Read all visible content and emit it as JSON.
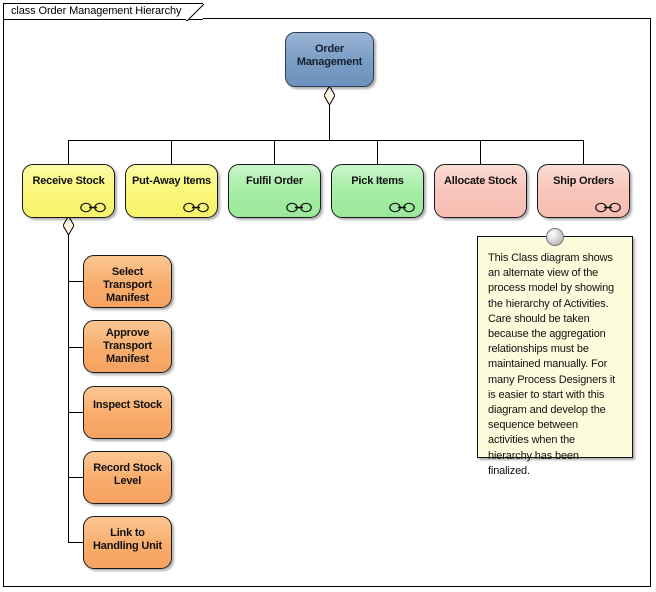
{
  "diagram": {
    "tab_keyword": "class",
    "tab_title": "Order Management Hierarchy",
    "tab_full": "class Order Management Hierarchy"
  },
  "root": {
    "label": "Order Management",
    "fill": "#7a9cc4",
    "icon": ""
  },
  "activities": [
    {
      "label": "Receive Stock",
      "fill": "#fbf77e",
      "icon": "process-icon",
      "has_icon": true
    },
    {
      "label": "Put-Away Items",
      "fill": "#fbf77e",
      "icon": "process-icon",
      "has_icon": true
    },
    {
      "label": "Fulfil Order",
      "fill": "#a6eda6",
      "icon": "process-icon",
      "has_icon": true
    },
    {
      "label": "Pick Items",
      "fill": "#a6eda6",
      "icon": "process-icon",
      "has_icon": true
    },
    {
      "label": "Allocate Stock",
      "fill": "#f9c5bb",
      "icon": "",
      "has_icon": false
    },
    {
      "label": "Ship Orders",
      "fill": "#f9c5bb",
      "icon": "process-icon",
      "has_icon": true
    }
  ],
  "sub_activities": [
    {
      "label": "Select Transport Manifest",
      "fill": "#f8ac6b"
    },
    {
      "label": "Approve Transport Manifest",
      "fill": "#f8ac6b"
    },
    {
      "label": "Inspect Stock",
      "fill": "#f8ac6b"
    },
    {
      "label": "Record Stock Level",
      "fill": "#f8ac6b"
    },
    {
      "label": "Link to Handling Unit",
      "fill": "#f8ac6b"
    }
  ],
  "note": {
    "text": "This Class diagram shows an alternate view of the process model by showing the hierarchy of Activities. Care should be taken because the aggregation relationships must be maintained manually. For many Process Designers it is easier to start with this diagram and develop the sequence between activities when the hierarchy has been finalized.",
    "fill": "#fcfbdb"
  },
  "relationships": {
    "type": "aggregation",
    "marker": "hollow-diamond"
  }
}
